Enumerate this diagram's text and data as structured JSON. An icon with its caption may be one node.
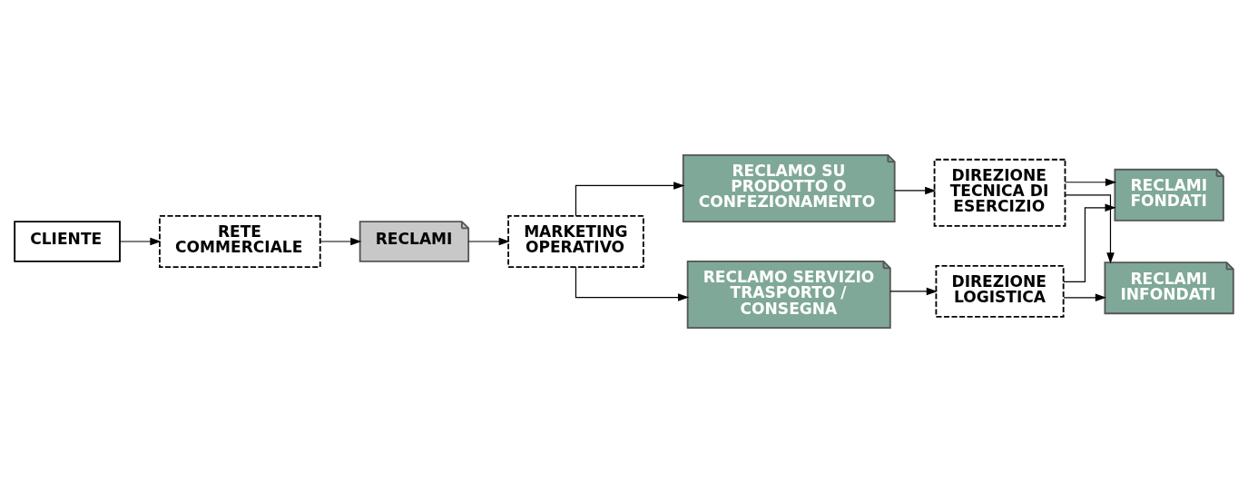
{
  "diagram": {
    "nodes": [
      {
        "text": [
          "CLIENTE"
        ]
      },
      {
        "text": [
          "RETE COMMERCIALE"
        ]
      },
      {
        "text": [
          "RECLAMI"
        ]
      },
      {
        "text": [
          "MARKETING OPERATIVO"
        ]
      },
      {
        "text": [
          "RECLAMO SU PRODOTTO O CONFEZIONAMENTO"
        ]
      },
      {
        "text": [
          "RECLAMO SERVIZIO TRASPORTO / CONSEGNA"
        ]
      },
      {
        "text": [
          "DIREZIONE TECNICA DI ESERCIZIO"
        ]
      },
      {
        "text": [
          "DIREZIONE LOGISTICA"
        ]
      },
      {
        "text": [
          "RECLAMI FONDATI"
        ]
      },
      {
        "text": [
          "RECLAMI INFONDATI"
        ]
      }
    ],
    "edges": [
      {
        "from": 0,
        "to": 1,
        "arrow": "to"
      },
      {
        "from": 1,
        "to": 2,
        "arrow": "to"
      },
      {
        "from": 2,
        "to": 3,
        "arrow": "to"
      },
      {
        "from": 3,
        "to": 4,
        "arrow": "to"
      },
      {
        "from": 3,
        "to": 5,
        "arrow": "to"
      },
      {
        "from": 4,
        "to": 6,
        "arrow": "to"
      },
      {
        "from": 5,
        "to": 7,
        "arrow": "to"
      },
      {
        "from": 6,
        "to": 8,
        "arrow": "to"
      },
      {
        "from": 6,
        "to": 9,
        "arrow": "to"
      },
      {
        "from": 7,
        "to": 8,
        "arrow": "to"
      },
      {
        "from": 7,
        "to": 9,
        "arrow": "to"
      }
    ]
  }
}
